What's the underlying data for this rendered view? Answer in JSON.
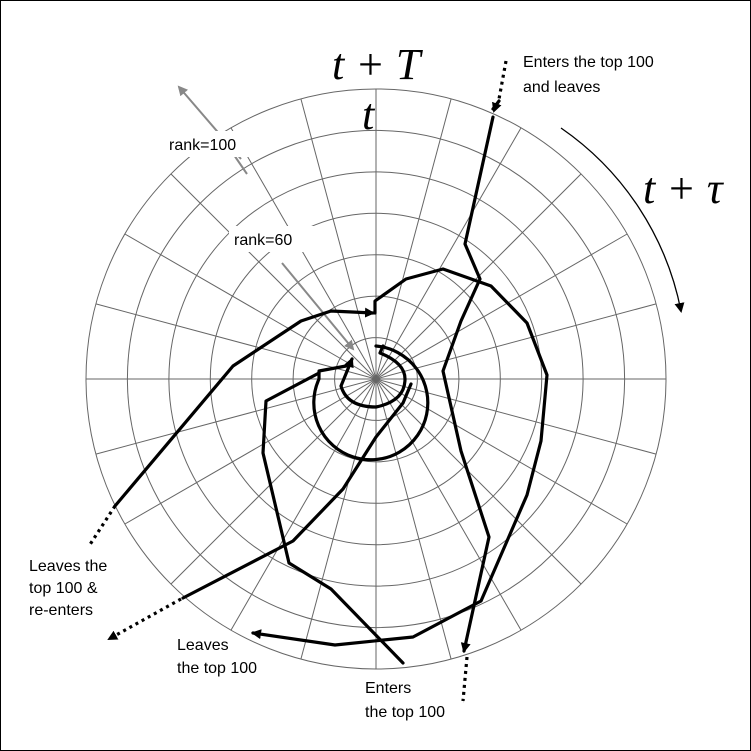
{
  "labels": {
    "t_plus_T": "t + T",
    "t": "t",
    "t_plus_tau": "t + τ",
    "rank_100": "rank=100",
    "rank_60": "rank=60",
    "enters_and_leaves_line1": "Enters the top 100",
    "enters_and_leaves_line2": "and leaves",
    "leaves_reenters_line1": "Leaves the",
    "leaves_reenters_line2": "top 100 &",
    "leaves_reenters_line3": "re-enters",
    "leaves_line1": "Leaves",
    "leaves_line2": "the top 100",
    "enters_line1": "Enters",
    "enters_line2": "the top 100"
  },
  "polar_grid": {
    "rings": 7,
    "spokes": 24
  }
}
